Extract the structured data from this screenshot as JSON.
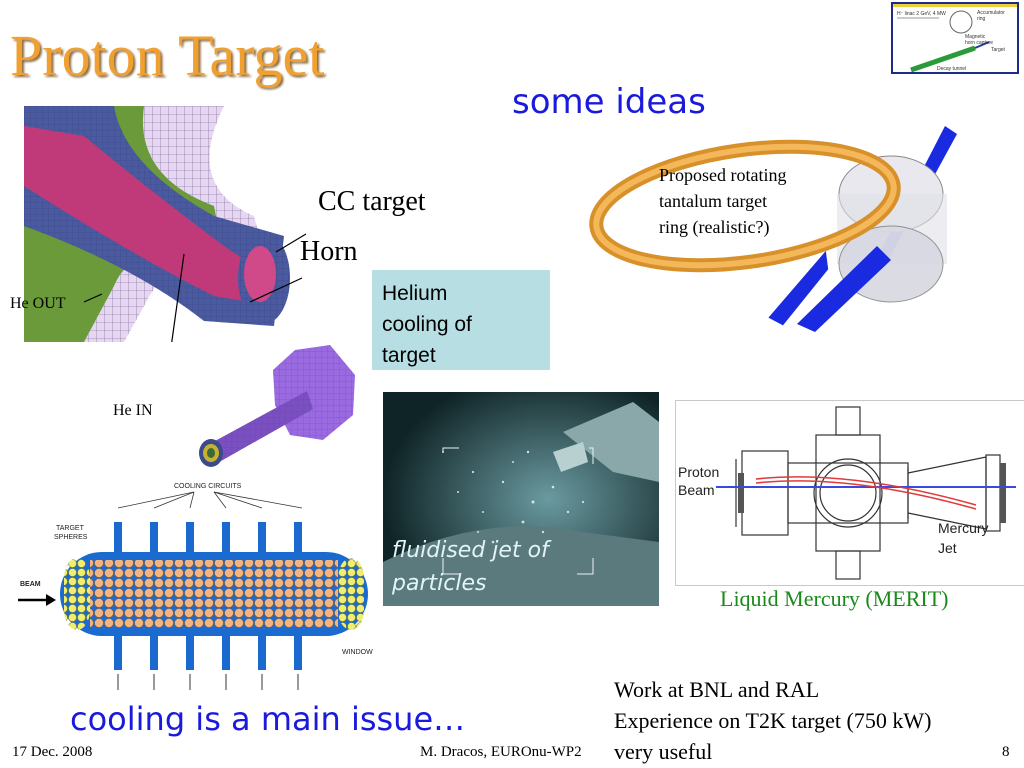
{
  "slide": {
    "title": "Proton Target",
    "subtitle": "some ideas"
  },
  "cc_target": {
    "cc_label": "CC target",
    "horn_label": "Horn",
    "he_out": "He OUT",
    "he_in": "He IN"
  },
  "helium_box": {
    "lines": [
      "Helium",
      "cooling of",
      "target"
    ]
  },
  "rotating_ring": {
    "lines": [
      "Proposed rotating",
      "tantalum target",
      "ring (realistic?)"
    ]
  },
  "fluid_jet": {
    "lines": [
      "fluidised jet of",
      "particles"
    ]
  },
  "merit": {
    "proton_beam_lines": [
      "Proton",
      "Beam"
    ],
    "mercury_jet_lines": [
      "Mercury",
      "Jet"
    ],
    "caption": "Liquid Mercury (MERIT)"
  },
  "sphere_target": {
    "cooling_circuits": "COOLING CIRCUITS",
    "target_spheres_lines": [
      "TARGET",
      "SPHERES"
    ],
    "beam": "BEAM",
    "window": "WINDOW"
  },
  "thumbnail": {
    "linac": "H⁻ linac 2 GeV, 4 MW",
    "accumulator_lines": [
      "Accumulator",
      "ring"
    ],
    "horn_lines": [
      "Magnetic",
      "horn capture"
    ],
    "target": "Target",
    "decay": "Decay tunnel"
  },
  "notes": {
    "cooling_issue": "cooling is a main issue…",
    "work_lines": [
      "Work at BNL and RAL",
      "Experience on T2K target (750 kW)",
      "very useful"
    ]
  },
  "footer": {
    "date": "17 Dec. 2008",
    "author": "M. Dracos, EUROnu-WP2",
    "page": "8"
  },
  "colors": {
    "title": "#f0a030",
    "accent_blue": "#1a1adc",
    "caption_green": "#1a8a1a",
    "helium_box": "#b7dfe3"
  }
}
